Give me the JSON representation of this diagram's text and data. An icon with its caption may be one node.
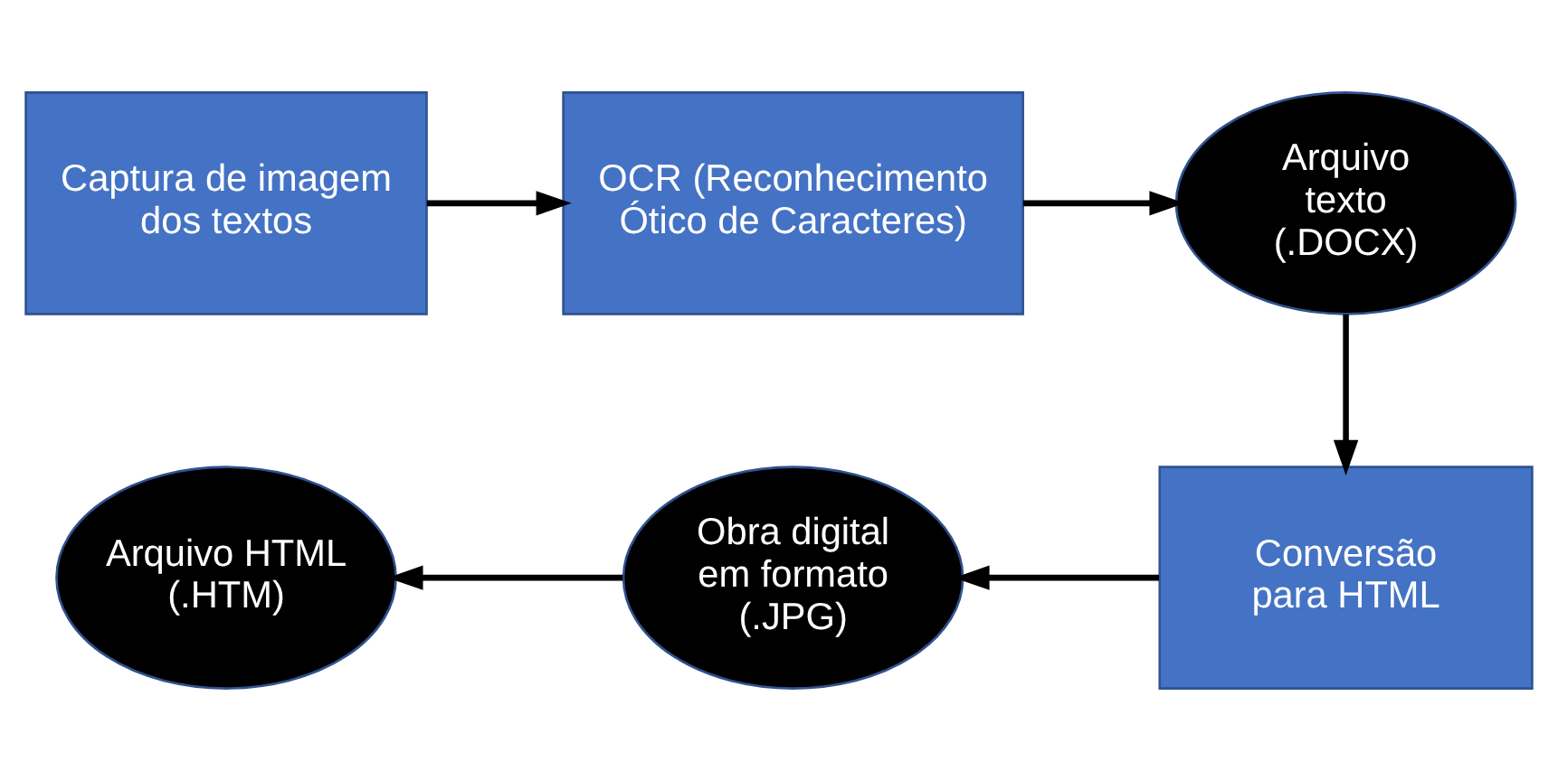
{
  "diagram": {
    "nodes": [
      {
        "text": [
          "Captura de imagem dos textos"
        ]
      },
      {
        "text": [
          "OCR (Reconhecimento Ótico de Caracteres)"
        ]
      },
      {
        "text": [
          "Arquivo texto (.DOCX)"
        ]
      },
      {
        "text": [
          "Conversão para HTML"
        ]
      },
      {
        "text": [
          "Obra digital em formato (.JPG)"
        ]
      },
      {
        "text": [
          "Arquivo HTML (.HTM)"
        ]
      }
    ],
    "edges": [
      {
        "from": 0,
        "to": 1,
        "arrow": "to"
      },
      {
        "from": 1,
        "to": 2,
        "arrow": "to"
      },
      {
        "from": 2,
        "to": 3,
        "arrow": "to"
      },
      {
        "from": 3,
        "to": 4,
        "arrow": "to"
      },
      {
        "from": 4,
        "to": 5,
        "arrow": "to"
      }
    ]
  }
}
